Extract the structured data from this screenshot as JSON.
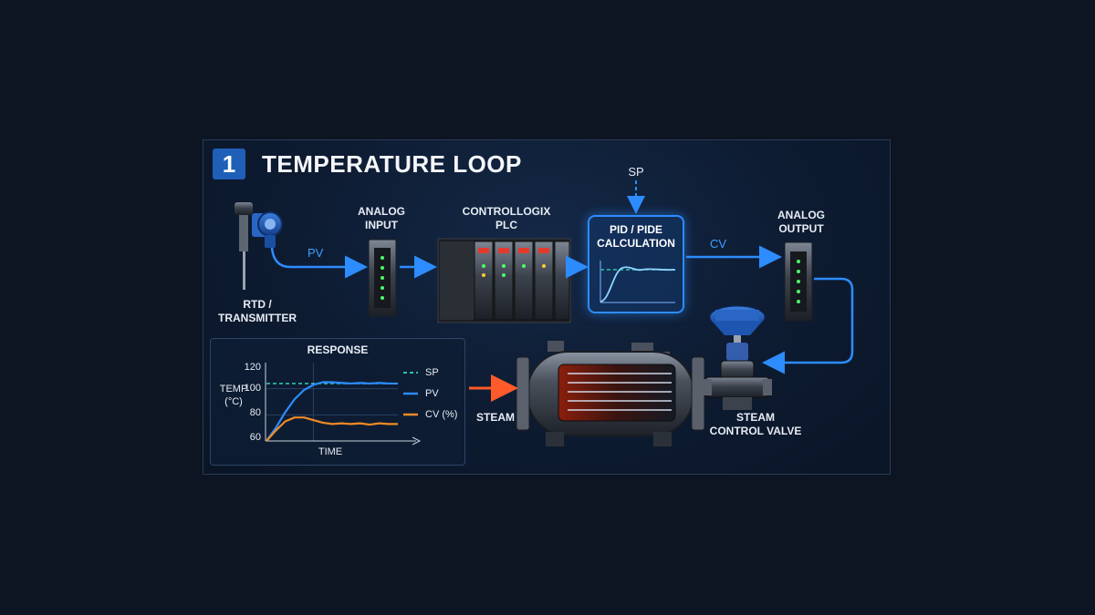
{
  "loop": {
    "number": "1",
    "title": "TEMPERATURE LOOP"
  },
  "components": {
    "rtd": "RTD /\nTRANSMITTER",
    "analog_input": "ANALOG\nINPUT",
    "plc": "CONTROLLOGIX\nPLC",
    "pid": "PID / PIDE\nCALCULATION",
    "analog_output": "ANALOG\nOUTPUT",
    "valve": "STEAM\nCONTROL VALVE",
    "steam": "STEAM"
  },
  "signals": {
    "pv": "PV",
    "cv": "CV",
    "sp": "SP"
  },
  "response_chart": {
    "title": "RESPONSE",
    "ylabel": "TEMP\n(°C)",
    "xlabel": "TIME",
    "yticks": [
      "120",
      "100",
      "80",
      "60"
    ],
    "legend": {
      "sp": "SP",
      "pv": "PV",
      "cv": "CV (%)"
    }
  },
  "chart_data": {
    "type": "line",
    "title": "RESPONSE",
    "xlabel": "TIME",
    "ylabel": "TEMP (°C)",
    "ylim": [
      60,
      120
    ],
    "x": [
      0,
      1,
      2,
      3,
      4,
      5,
      6,
      7,
      8,
      9,
      10,
      11,
      12,
      13,
      14
    ],
    "series": [
      {
        "name": "SP",
        "values": [
          104,
          104,
          104,
          104,
          104,
          104,
          104,
          104,
          104,
          104,
          104,
          104,
          104,
          104,
          104
        ]
      },
      {
        "name": "PV",
        "values": [
          60,
          70,
          82,
          92,
          99,
          103,
          105,
          105,
          104.5,
          104,
          104.5,
          104,
          104.5,
          104,
          104
        ]
      },
      {
        "name": "CV (%)",
        "values": [
          60,
          68,
          75,
          78,
          78,
          76,
          74,
          73,
          73.5,
          73,
          73.5,
          72.5,
          73.5,
          73,
          73
        ]
      }
    ],
    "colors": {
      "SP": "#2ec4a6",
      "PV": "#2d8cff",
      "CV (%)": "#f08a24"
    }
  },
  "colors": {
    "accent": "#2d8cff",
    "steam": "#ff5a2a",
    "badge": "#1f5fb8"
  }
}
